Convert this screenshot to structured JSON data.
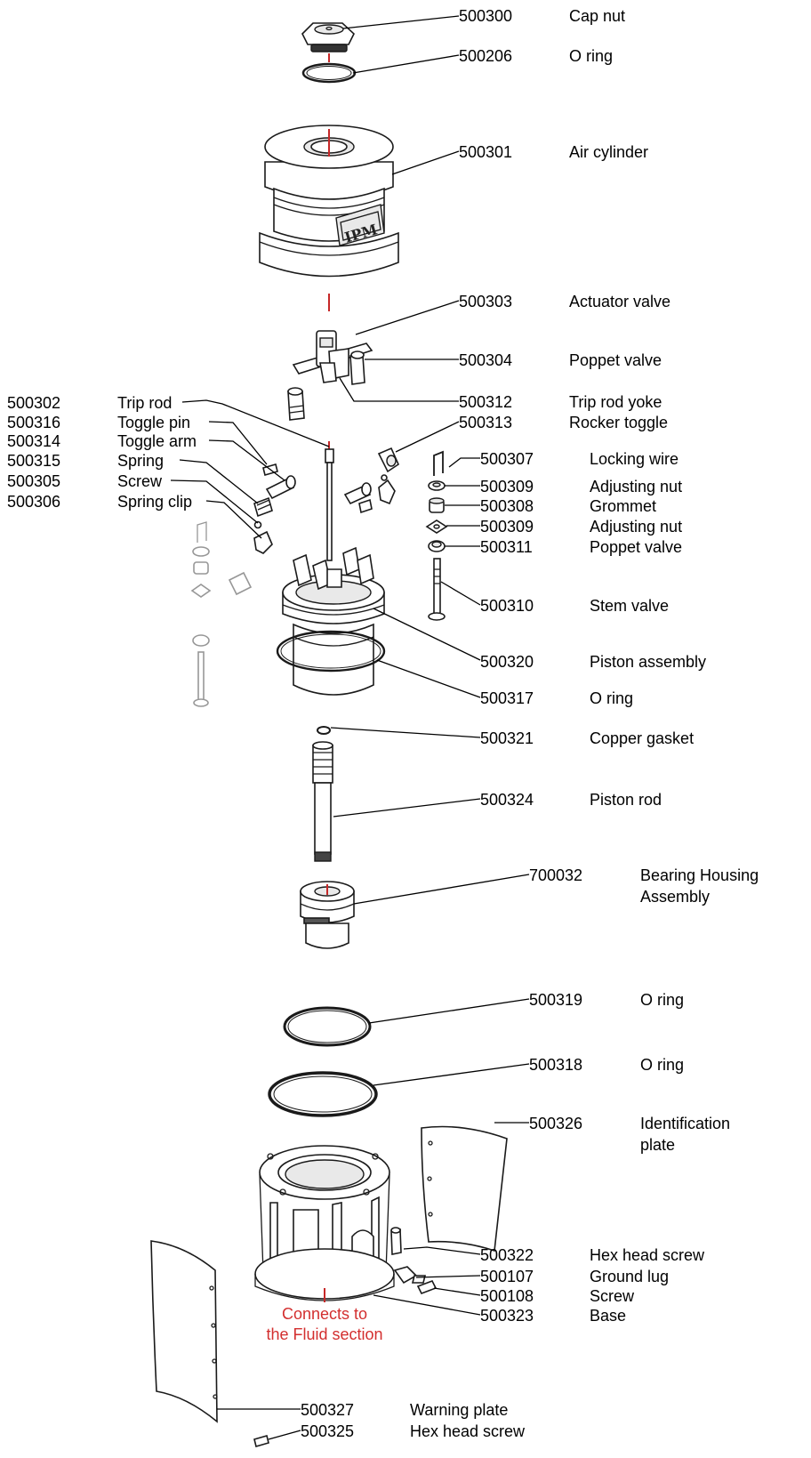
{
  "callouts": [
    {
      "id": "cap-nut",
      "number": "500300",
      "name": "Cap nut"
    },
    {
      "id": "o-ring-206",
      "number": "500206",
      "name": "O ring"
    },
    {
      "id": "air-cylinder",
      "number": "500301",
      "name": "Air cylinder"
    },
    {
      "id": "actuator-valve",
      "number": "500303",
      "name": "Actuator valve"
    },
    {
      "id": "poppet-valve-304",
      "number": "500304",
      "name": "Poppet valve"
    },
    {
      "id": "trip-rod-yoke",
      "number": "500312",
      "name": "Trip rod yoke"
    },
    {
      "id": "rocker-toggle",
      "number": "500313",
      "name": "Rocker toggle"
    },
    {
      "id": "locking-wire",
      "number": "500307",
      "name": "Locking wire"
    },
    {
      "id": "adjusting-nut-a",
      "number": "500309",
      "name": "Adjusting nut"
    },
    {
      "id": "grommet",
      "number": "500308",
      "name": "Grommet"
    },
    {
      "id": "adjusting-nut-b",
      "number": "500309",
      "name": "Adjusting nut"
    },
    {
      "id": "poppet-valve-311",
      "number": "500311",
      "name": "Poppet valve"
    },
    {
      "id": "stem-valve",
      "number": "500310",
      "name": "Stem valve"
    },
    {
      "id": "piston-assembly",
      "number": "500320",
      "name": "Piston assembly"
    },
    {
      "id": "o-ring-317",
      "number": "500317",
      "name": "O ring"
    },
    {
      "id": "copper-gasket",
      "number": "500321",
      "name": "Copper gasket"
    },
    {
      "id": "piston-rod",
      "number": "500324",
      "name": "Piston rod"
    },
    {
      "id": "bearing-housing",
      "number": "700032",
      "name": "Bearing Housing",
      "name_line2": "Assembly"
    },
    {
      "id": "o-ring-319",
      "number": "500319",
      "name": "O ring"
    },
    {
      "id": "o-ring-318",
      "number": "500318",
      "name": "O ring"
    },
    {
      "id": "identification-plate",
      "number": "500326",
      "name": "Identification",
      "name_line2": "plate"
    },
    {
      "id": "hex-head-screw-322",
      "number": "500322",
      "name": "Hex head screw"
    },
    {
      "id": "ground-lug",
      "number": "500107",
      "name": "Ground lug"
    },
    {
      "id": "screw-108",
      "number": "500108",
      "name": "Screw"
    },
    {
      "id": "base",
      "number": "500323",
      "name": "Base"
    },
    {
      "id": "warning-plate",
      "number": "500327",
      "name": "Warning plate"
    },
    {
      "id": "hex-head-screw-325",
      "number": "500325",
      "name": "Hex head screw"
    }
  ],
  "left_callouts": [
    {
      "id": "trip-rod",
      "number": "500302",
      "name": "Trip rod"
    },
    {
      "id": "toggle-pin",
      "number": "500316",
      "name": "Toggle pin"
    },
    {
      "id": "toggle-arm",
      "number": "500314",
      "name": "Toggle arm"
    },
    {
      "id": "spring",
      "number": "500315",
      "name": "Spring"
    },
    {
      "id": "screw-305",
      "number": "500305",
      "name": "Screw"
    },
    {
      "id": "spring-clip",
      "number": "500306",
      "name": "Spring clip"
    }
  ],
  "note": {
    "line1": "Connects to",
    "line2": "the Fluid section",
    "color": "#d32f2f"
  },
  "nameplate_text": "IPM",
  "colors": {
    "axis": "#c62828",
    "ink": "#1a1a1a"
  }
}
